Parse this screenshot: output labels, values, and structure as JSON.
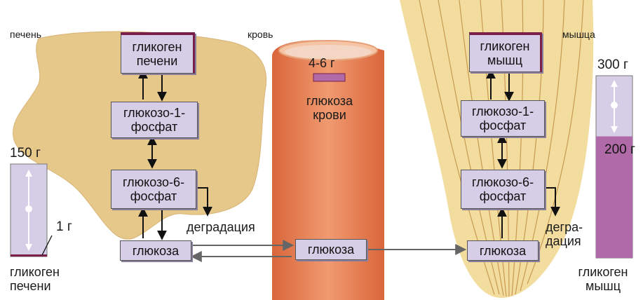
{
  "organs": {
    "liver": "печень",
    "blood": "кровь",
    "muscle": "мышца"
  },
  "liver_path": {
    "glycogen": "гликоген\nпечени",
    "g1p": "глюкозо-1-\nфосфат",
    "g6p": "глюкозо-6-\nфосфат",
    "glucose": "глюкоза",
    "degradation": "деградация"
  },
  "blood": {
    "amount": "4-6 г",
    "glucose_label": "глюкоза\nкрови",
    "glucose": "глюкоза"
  },
  "muscle_path": {
    "glycogen": "гликоген\nмышц",
    "g1p": "глюкозо-1-\nфосфат",
    "g6p": "глюкозо-6-\nфосфат",
    "glucose": "глюкоза",
    "degradation": "дегра-\nдация"
  },
  "liver_store": {
    "max": "150 г",
    "min": "1 г",
    "caption": "гликоген\nпечени",
    "fill_fraction": 0.0067
  },
  "muscle_store": {
    "max": "300 г",
    "level": "200 г",
    "caption": "гликоген\nмышц",
    "fill_fraction": 0.667
  },
  "colors": {
    "liver": "#e6c88a",
    "blood": "#e98a5a",
    "muscle": "#f2dc9e",
    "box": "#d6cde6",
    "glycogen_fill": "#b06aa8",
    "dark_accent": "#7a1f4a"
  }
}
